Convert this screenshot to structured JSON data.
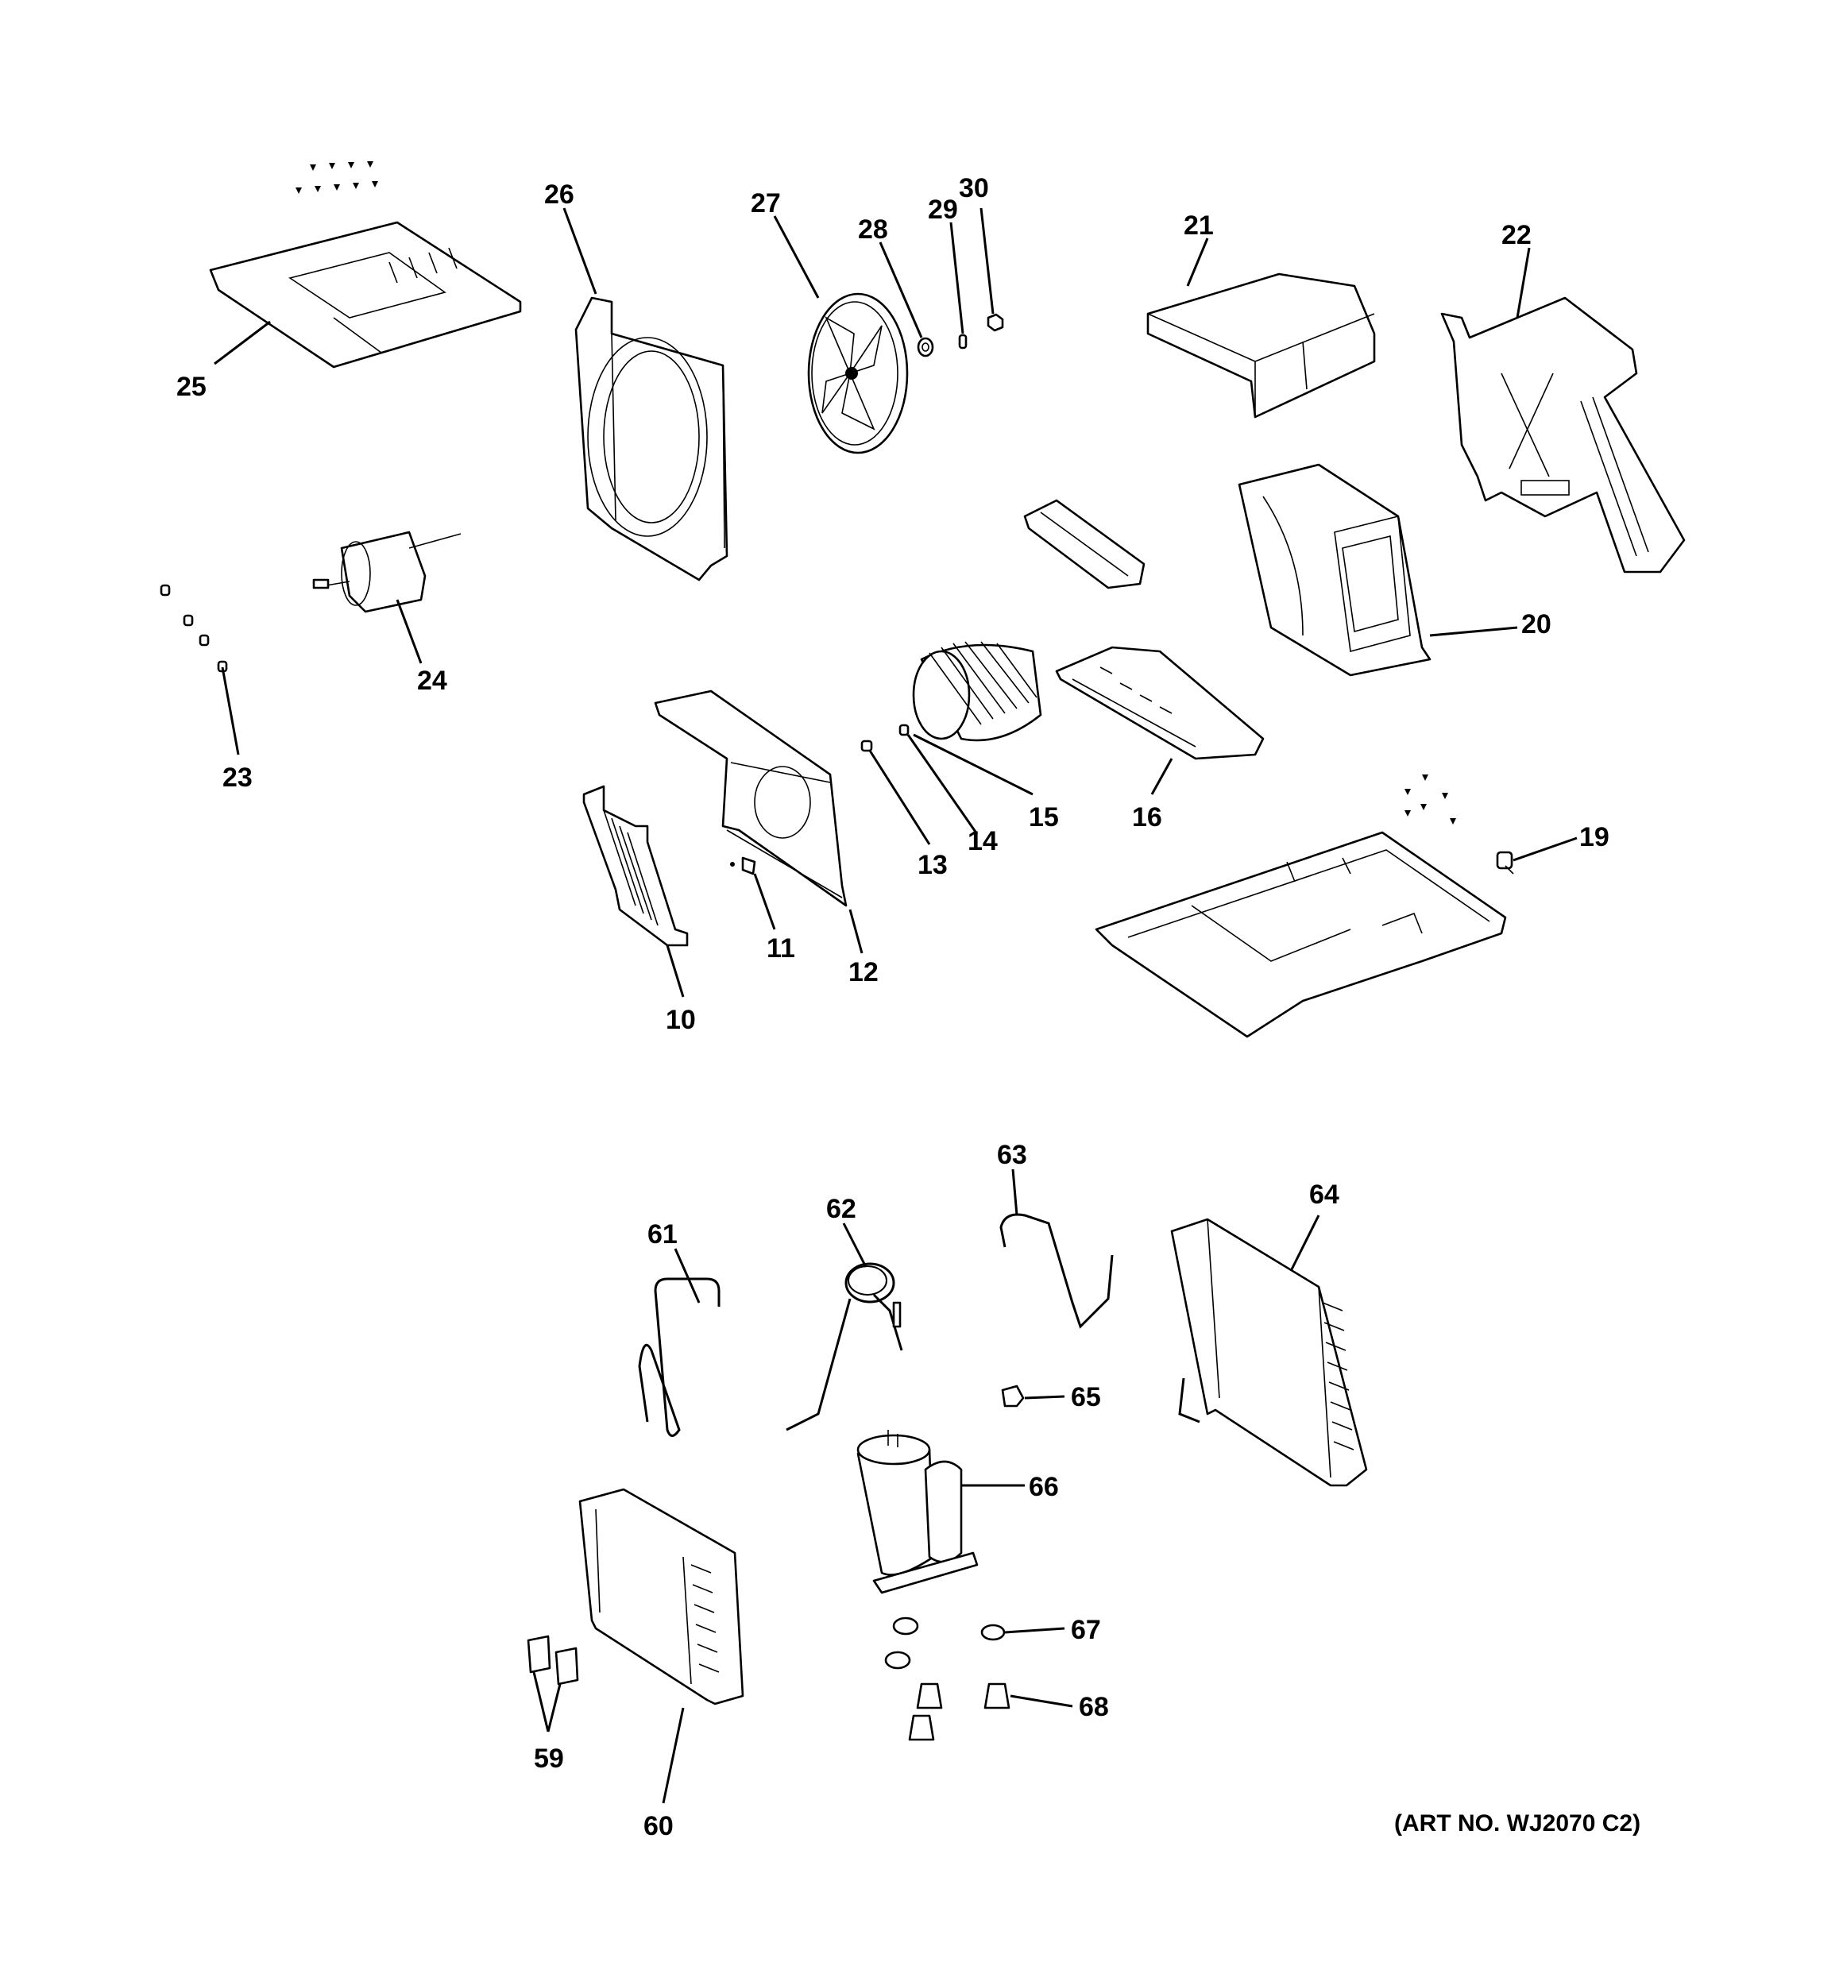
{
  "diagram": {
    "art_number": "(ART NO. WJ2070 C2)",
    "callouts": {
      "p10": "10",
      "p11": "11",
      "p12": "12",
      "p13": "13",
      "p14": "14",
      "p15": "15",
      "p16": "16",
      "p19": "19",
      "p20": "20",
      "p21": "21",
      "p22": "22",
      "p23": "23",
      "p24": "24",
      "p25": "25",
      "p26": "26",
      "p27": "27",
      "p28": "28",
      "p29": "29",
      "p30": "30",
      "p59": "59",
      "p60": "60",
      "p61": "61",
      "p62": "62",
      "p63": "63",
      "p64": "64",
      "p65": "65",
      "p66": "66",
      "p67": "67",
      "p68": "68"
    }
  }
}
